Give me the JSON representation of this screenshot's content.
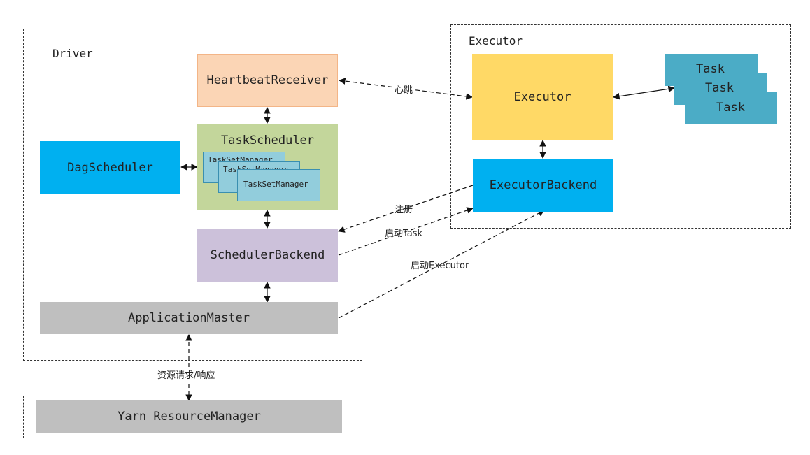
{
  "frames": {
    "driver": "Driver",
    "executor": "Executor"
  },
  "nodes": {
    "heartbeat_receiver": "HeartbeatReceiver",
    "task_scheduler": "TaskScheduler",
    "task_set_manager_1": "TaskSetManager",
    "task_set_manager_2": "TaskSetManager",
    "task_set_manager_3": "TaskSetManager",
    "dag_scheduler": "DagScheduler",
    "scheduler_backend": "SchedulerBackend",
    "application_master": "ApplicationMaster",
    "yarn_resource_manager": "Yarn ResourceManager",
    "executor": "Executor",
    "executor_backend": "ExecutorBackend",
    "task_1": "Task",
    "task_2": "Task",
    "task_3": "Task"
  },
  "edges": {
    "heartbeat": "心跳",
    "register": "注册",
    "launch_task": "启动Task",
    "launch_executor": "启动Executor",
    "resource_request": "资源请求/响应"
  },
  "colors": {
    "heartbeat_fill": "#fbd5b5",
    "heartbeat_border": "#f3b587",
    "task_scheduler_fill": "#c3d69b",
    "task_set_manager_fill": "#92cddc",
    "dag_scheduler_fill": "#00b0f0",
    "scheduler_backend_fill": "#ccc1da",
    "application_master_fill": "#bfbfbf",
    "executor_fill": "#ffd966",
    "executor_backend_fill": "#00b0f0",
    "task_fill": "#4bacc6"
  }
}
